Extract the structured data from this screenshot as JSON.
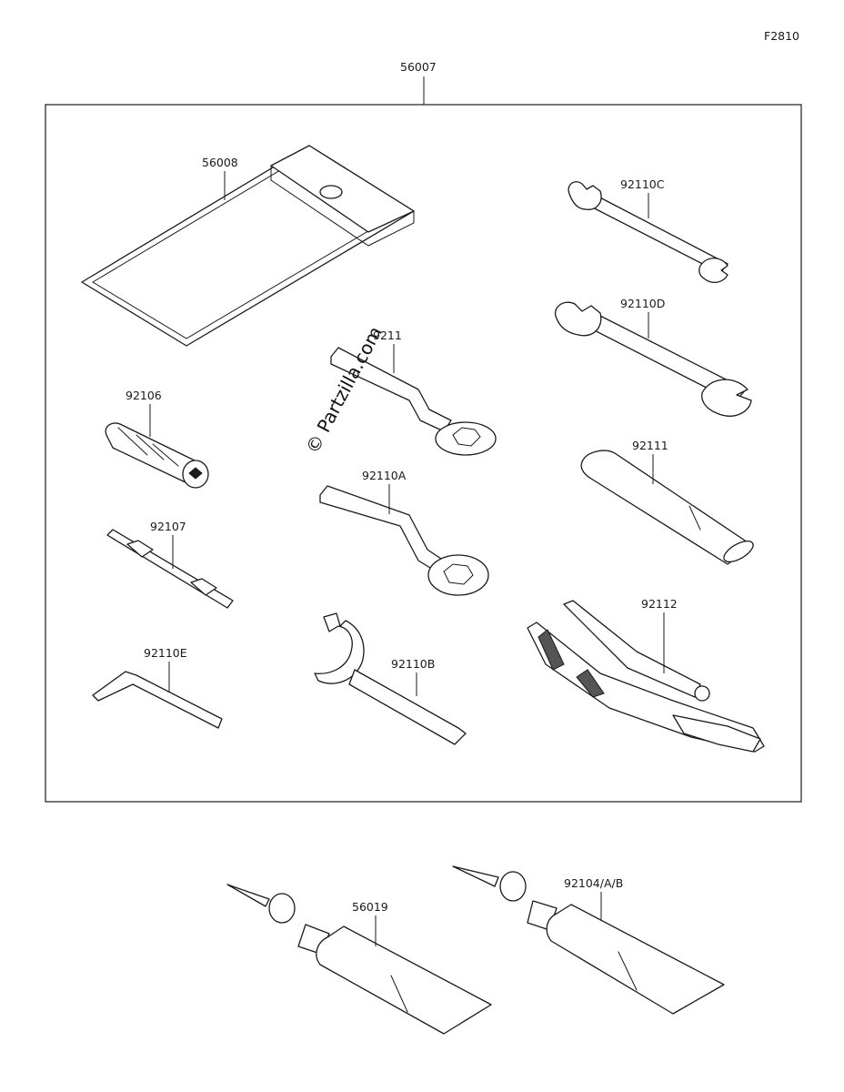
{
  "figure_code": "F2810",
  "assembly_label": "56007",
  "watermark": "© Partzilla.com",
  "parts": {
    "pouch": "56008",
    "wrench_c": "92110C",
    "wrench_d": "92110D",
    "box_wrench_top": "9211",
    "plug_tool": "92106",
    "box_wrench_a": "92110A",
    "extension_bar": "92111",
    "screwdriver": "92107",
    "pliers": "92112",
    "hex_key": "92110E",
    "hook_spanner": "92110B",
    "tube_left": "56019",
    "tube_right": "92104/A/B"
  }
}
